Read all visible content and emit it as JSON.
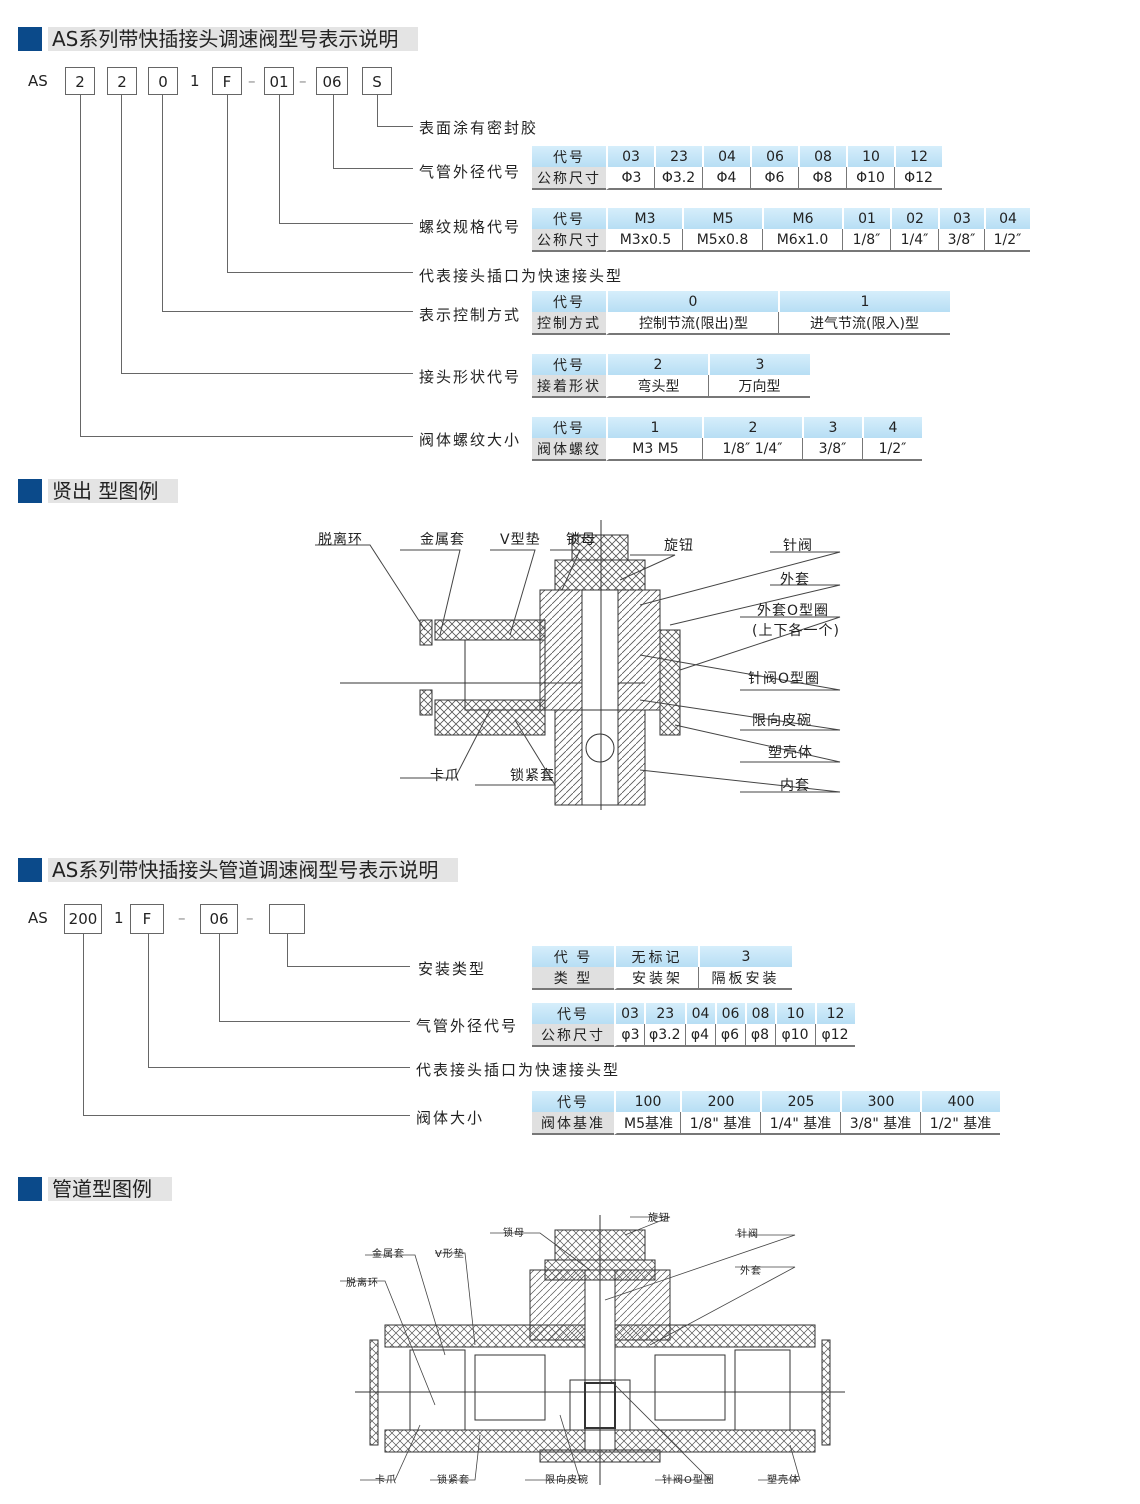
{
  "section1": {
    "title": "AS系列带快插接头调速阀型号表示说明",
    "code": {
      "prefix": "AS",
      "boxes": [
        "2",
        "2",
        "0",
        "F",
        "01",
        "06",
        "S"
      ],
      "plain": [
        "1"
      ],
      "dash": "–"
    },
    "items": [
      {
        "label": "表面涂有密封胶"
      },
      {
        "label": "气管外径代号",
        "table": {
          "head_key": "代号",
          "body_key": "公称尺寸",
          "codes": [
            "03",
            "23",
            "04",
            "06",
            "08",
            "10",
            "12"
          ],
          "values": [
            "Φ3",
            "Φ3.2",
            "Φ4",
            "Φ6",
            "Φ8",
            "Φ10",
            "Φ12"
          ]
        }
      },
      {
        "label": "螺纹规格代号",
        "table": {
          "head_key": "代号",
          "body_key": "公称尺寸",
          "codes": [
            "M3",
            "M5",
            "M6",
            "01",
            "02",
            "03",
            "04"
          ],
          "values": [
            "M3x0.5",
            "M5x0.8",
            "M6x1.0",
            "1/8″",
            "1/4″",
            "3/8″",
            "1/2″"
          ]
        }
      },
      {
        "label": "代表接头插口为快速接头型"
      },
      {
        "label": "表示控制方式",
        "table": {
          "head_key": "代号",
          "body_key": "控制方式",
          "codes": [
            "0",
            "1"
          ],
          "values": [
            "控制节流(限出)型",
            "进气节流(限入)型"
          ]
        }
      },
      {
        "label": "接头形状代号",
        "table": {
          "head_key": "代号",
          "body_key": "接着形状",
          "codes": [
            "2",
            "3"
          ],
          "values": [
            "弯头型",
            "万向型"
          ]
        }
      },
      {
        "label": "阀体螺纹大小",
        "table": {
          "head_key": "代号",
          "body_key": "阀体螺纹",
          "codes": [
            "1",
            "2",
            "3",
            "4"
          ],
          "values": [
            "M3 M5",
            "1/8″ 1/4″",
            "3/8″",
            "1/2″"
          ]
        }
      }
    ]
  },
  "section2": {
    "title": "贤出 型图例",
    "labels_left": [
      "脱离环",
      "金属套",
      "V型垫",
      "锁母",
      "卡爪",
      "锁紧套"
    ],
    "labels_right": [
      "旋钮",
      "针阀",
      "外套",
      "外套O型圈",
      "(上下各一个)",
      "针阀O型圈",
      "限向皮碗",
      "塑壳体",
      "内套"
    ]
  },
  "section3": {
    "title": "AS系列带快插接头管道调速阀型号表示说明",
    "code": {
      "prefix": "AS",
      "boxes": [
        "200",
        "F",
        "06",
        ""
      ],
      "plain": [
        "1"
      ],
      "dash": "–"
    },
    "items": [
      {
        "label": "安装类型",
        "table": {
          "head_key": "代 号",
          "body_key": "类 型",
          "codes": [
            "无标记",
            "3"
          ],
          "values": [
            "安装架",
            "隔板安装"
          ]
        }
      },
      {
        "label": "气管外径代号",
        "table": {
          "head_key": "代号",
          "body_key": "公称尺寸",
          "codes": [
            "03",
            "23",
            "04",
            "06",
            "08",
            "10",
            "12"
          ],
          "values": [
            "φ3",
            "φ3.2",
            "φ4",
            "φ6",
            "φ8",
            "φ10",
            "φ12"
          ]
        }
      },
      {
        "label": "代表接头插口为快速接头型"
      },
      {
        "label": "阀体大小",
        "table": {
          "head_key": "代号",
          "body_key": "阀体基准",
          "codes": [
            "100",
            "200",
            "205",
            "300",
            "400"
          ],
          "values": [
            "M5基准",
            "1/8\" 基准",
            "1/4\" 基准",
            "3/8\" 基准",
            "1/2\" 基准"
          ]
        }
      }
    ]
  },
  "section4": {
    "title": "管道型图例",
    "labels_top": [
      "锁母",
      "旋钮",
      "针阀",
      "金属套",
      "V形垫",
      "外套",
      "脱离环"
    ],
    "labels_bottom": [
      "卡爪",
      "锁紧套",
      "限向皮碗",
      "针阀O型圈",
      "塑壳体"
    ]
  },
  "colors": {
    "accent": "#0b4a8a",
    "header_cell": "#bfe3f5",
    "key_cell": "#e0e0e0",
    "title_bar": "#e4e4e4"
  }
}
